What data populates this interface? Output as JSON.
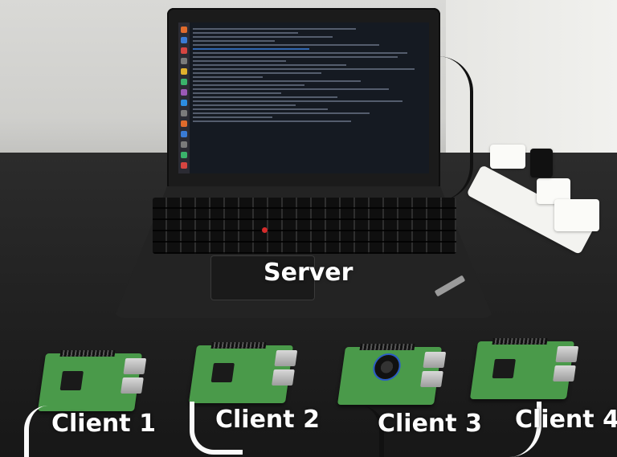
{
  "labels": {
    "server": "Server",
    "clients": [
      "Client 1",
      "Client 2",
      "Client 3",
      "Client 4"
    ]
  },
  "colors": {
    "label_text": "#ffffff",
    "board_green": "#4a9a4a",
    "trackpoint_red": "#d62b2b"
  }
}
